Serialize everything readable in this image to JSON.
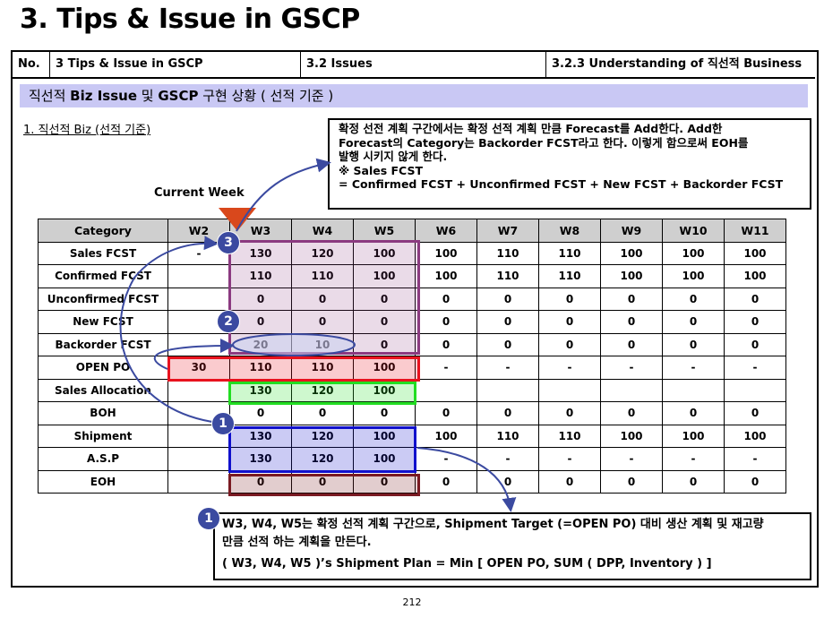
{
  "title": "3. Tips & Issue in GSCP",
  "header": {
    "no": "No.",
    "section": "3 Tips & Issue in GSCP",
    "subsection": "3.2 Issues",
    "topic": "3.2.3 Understanding of 직선적 Business"
  },
  "subtitle": {
    "p1": "직선적 ",
    "p2": "Biz Issue",
    "p3": " 및 ",
    "p4": "GSCP",
    "p5": " 구현 상황 ( 선적 기준 )"
  },
  "section_heading": "1. 직선적 Biz (선적 기준)",
  "note": {
    "line1": "확정 선전 계획 구간에서는 확정 선적 계획 만큼 Forecast를 Add한다. Add한",
    "line2": "Forecast의 Category는 Backorder FCST라고 한다. 이렇게 함으로써 EOH를",
    "line3": "발행 시키지 않게 한다.",
    "line4": "※ Sales FCST",
    "line5": "= Confirmed FCST + Unconfirmed FCST + New FCST + Backorder FCST"
  },
  "current_week_label": "Current Week",
  "table": {
    "headers": [
      "Category",
      "W2",
      "W3",
      "W4",
      "W5",
      "W6",
      "W7",
      "W8",
      "W9",
      "W10",
      "W11"
    ],
    "rows": [
      [
        "Sales FCST",
        "-",
        "130",
        "120",
        "100",
        "100",
        "110",
        "110",
        "100",
        "100",
        "100"
      ],
      [
        "Confirmed FCST",
        "",
        "110",
        "110",
        "100",
        "100",
        "110",
        "110",
        "100",
        "100",
        "100"
      ],
      [
        "Unconfirmed FCST",
        "",
        "0",
        "0",
        "0",
        "0",
        "0",
        "0",
        "0",
        "0",
        "0"
      ],
      [
        "New FCST",
        "",
        "0",
        "0",
        "0",
        "0",
        "0",
        "0",
        "0",
        "0",
        "0"
      ],
      [
        "Backorder FCST",
        "",
        "20",
        "10",
        "0",
        "0",
        "0",
        "0",
        "0",
        "0",
        "0"
      ],
      [
        "OPEN PO",
        "30",
        "110",
        "110",
        "100",
        "-",
        "-",
        "-",
        "-",
        "-",
        "-"
      ],
      [
        "Sales Allocation",
        "",
        "130",
        "120",
        "100",
        "",
        "",
        "",
        "",
        "",
        ""
      ],
      [
        "BOH",
        "",
        "0",
        "0",
        "0",
        "0",
        "0",
        "0",
        "0",
        "0",
        "0"
      ],
      [
        "Shipment",
        "",
        "130",
        "120",
        "100",
        "100",
        "110",
        "110",
        "100",
        "100",
        "100"
      ],
      [
        "A.S.P",
        "",
        "130",
        "120",
        "100",
        "-",
        "-",
        "-",
        "-",
        "-",
        "-"
      ],
      [
        "EOH",
        "",
        "0",
        "0",
        "0",
        "0",
        "0",
        "0",
        "0",
        "0",
        "0"
      ]
    ]
  },
  "badges": {
    "b1": "1",
    "b2": "2",
    "b3": "3",
    "b4": "1"
  },
  "bottom_note": {
    "line1": "W3, W4, W5는 확정 선적 계획 구간으로, Shipment Target (=OPEN PO) 대비 생산 계획 및 재고량",
    "line2": "만큼 선적 하는 계획을 만든다.",
    "line3": "( W3, W4, W5 )’s Shipment Plan = Min [ OPEN PO, SUM ( DPP, Inventory ) ]"
  },
  "page_number": "212",
  "colors": {
    "subtitle_bg": "#c9c8f4",
    "header_gray": "#cfcfcf",
    "purple_box": "#8b3a80",
    "red_box": "#e8121e",
    "green_box": "#22dd22",
    "blue_box": "#1010cc",
    "maroon_box": "#7a1a22",
    "arrow_blue": "#3b4aa0",
    "current_week_marker": "#d9481c"
  }
}
